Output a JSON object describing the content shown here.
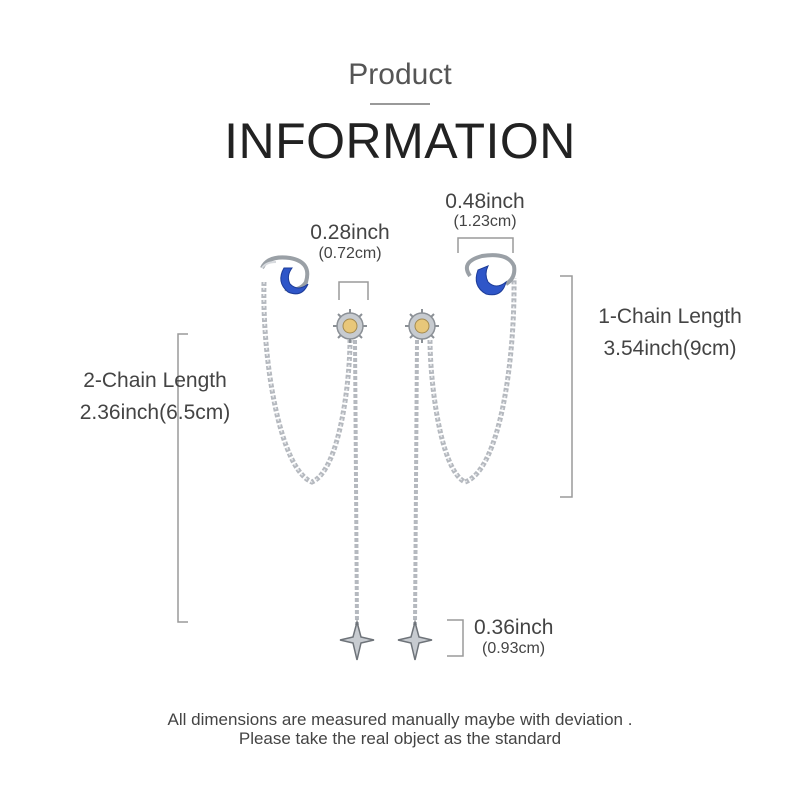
{
  "header": {
    "subtitle": "Product",
    "title": "INFORMATION"
  },
  "dimensions": {
    "left_cuff_width": {
      "inch": "0.28inch",
      "cm": "(0.72cm)"
    },
    "right_cuff_width": {
      "inch": "0.48inch",
      "cm": "(1.23cm)"
    },
    "star_height": {
      "inch": "0.36inch",
      "cm": "(0.93cm)"
    },
    "chain_1": {
      "label": "1-Chain Length",
      "value": "3.54inch(9cm)"
    },
    "chain_2": {
      "label": "2-Chain Length",
      "value": "2.36inch(6.5cm)"
    }
  },
  "footer": {
    "line1": "All dimensions are measured manually maybe with deviation .",
    "line2": "Please take the real object as the standard"
  },
  "colors": {
    "silver": "#b8bcc2",
    "blue_stone": "#2f56c8",
    "gold_center": "#e8c77a",
    "dimension_line": "#9a9a9a"
  }
}
